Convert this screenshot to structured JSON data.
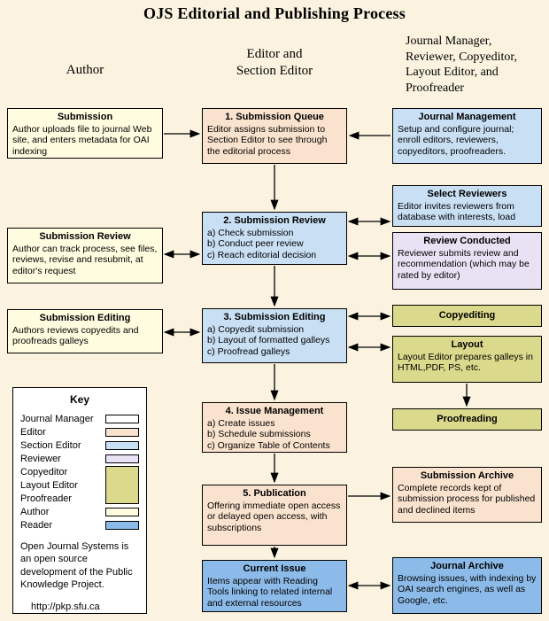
{
  "title": "OJS Editorial and Publishing Process",
  "column_headers": {
    "author": "Author",
    "editor": "Editor and\nSection Editor",
    "others": "Journal Manager,\nReviewer, Copyeditor,\nLayout Editor, and\nProofreader"
  },
  "colors": {
    "bg": "#fbf3e0",
    "journal_manager": "#ffffff",
    "editor": "#fae3ce",
    "section_editor": "#c9dff3",
    "reviewer": "#e9e2f4",
    "copyeditor_group": "#dbd98b",
    "author": "#fffce0",
    "reader": "#8dbbe9",
    "border": "#000000"
  },
  "boxes": {
    "submission": {
      "title": "Submission",
      "body": "Author uploads file to journal Web site, and enters metadata for OAI indexing"
    },
    "submission_review_author": {
      "title": "Submission Review",
      "body": "Author can track process, see files, reviews, revise and resubmit, at editor's request"
    },
    "submission_editing_author": {
      "title": "Submission Editing",
      "body": "Authors reviews copyedits and proofreads galleys"
    },
    "submission_queue": {
      "title": "1. Submission Queue",
      "body": "Editor assigns submission to Section Editor to see through the editorial process"
    },
    "submission_review": {
      "title": "2. Submission Review",
      "body": "a) Check submission\nb) Conduct peer review\nc) Reach editorial decision"
    },
    "submission_editing": {
      "title": "3. Submission Editing",
      "body": "a) Copyedit submission\nb) Layout of formatted galleys\nc) Proofread galleys"
    },
    "issue_management": {
      "title": "4. Issue Management",
      "body": "a) Create issues\nb) Schedule submissions\nc) Organize Table of Contents"
    },
    "publication": {
      "title": "5. Publication",
      "body": "Offering immediate open access or delayed open access, with subscriptions"
    },
    "current_issue": {
      "title": "Current Issue",
      "body": "Items appear with Reading Tools linking to related internal and external resources"
    },
    "journal_management": {
      "title": "Journal Management",
      "body": "Setup and configure journal; enroll editors, reviewers, copyeditors, proofreaders."
    },
    "select_reviewers": {
      "title": "Select Reviewers",
      "body": "Editor invites reviewers from database with interests, load"
    },
    "review_conducted": {
      "title": "Review Conducted",
      "body": "Reviewer submits review and recommendation (which may be rated by editor)"
    },
    "copyediting": {
      "title": "Copyediting"
    },
    "layout": {
      "title": "Layout",
      "body": "Layout Editor prepares galleys in HTML,PDF, PS, etc."
    },
    "proofreading": {
      "title": "Proofreading"
    },
    "submission_archive": {
      "title": "Submission Archive",
      "body": "Complete records kept of submission process for published and declined items"
    },
    "journal_archive": {
      "title": "Journal Archive",
      "body": "Browsing issues, with indexing by OAI search engines, as well as Google, etc."
    }
  },
  "key": {
    "title": "Key",
    "items": [
      {
        "label": "Journal Manager"
      },
      {
        "label": "Editor"
      },
      {
        "label": "Section Editor"
      },
      {
        "label": "Reviewer"
      },
      {
        "label": "Copyeditor"
      },
      {
        "label": "Layout Editor"
      },
      {
        "label": "Proofreader"
      },
      {
        "label": "Author"
      },
      {
        "label": "Reader"
      }
    ],
    "note": "Open Journal Systems is an open source development of the Public Knowledge Project.",
    "url": "http://pkp.sfu.ca"
  }
}
